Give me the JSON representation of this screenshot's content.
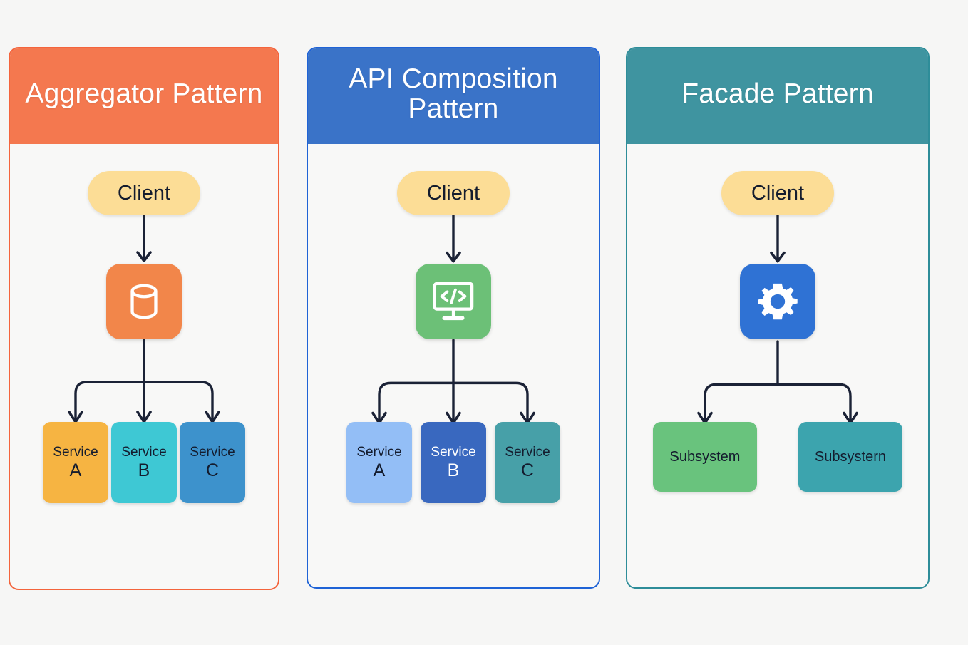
{
  "background": "#f6f6f5",
  "wire_color": "#1b2236",
  "panels": [
    {
      "id": "aggregator",
      "title": "Aggregator Pattern",
      "accent": "#f4784f",
      "border": "#f4643c",
      "client": {
        "label": "Client",
        "fill": "#fcdd96",
        "text": "#141c2e"
      },
      "hub": {
        "icon": "database-icon",
        "fill": "#f2864a",
        "icon_color": "#ffffff"
      },
      "leaves": [
        {
          "line1": "Service",
          "line2": "A",
          "fill": "#f6b442",
          "text": "#141c2e"
        },
        {
          "line1": "Service",
          "line2": "B",
          "fill": "#3ec8d4",
          "text": "#141c2e"
        },
        {
          "line1": "Service",
          "line2": "C",
          "fill": "#3d92cc",
          "text": "#141c2e"
        }
      ],
      "has_converge": false
    },
    {
      "id": "api-composition",
      "title": "API Composition Pattern",
      "accent": "#3a73c8",
      "border": "#1f63d6",
      "client": {
        "label": "Client",
        "fill": "#fcdd96",
        "text": "#141c2e"
      },
      "hub": {
        "icon": "code-monitor-icon",
        "fill": "#6cc077",
        "icon_color": "#ffffff"
      },
      "leaves": [
        {
          "line1": "Service",
          "line2": "A",
          "fill": "#93bef6",
          "text": "#141c2e"
        },
        {
          "line1": "Service",
          "line2": "B",
          "fill": "#3968bf",
          "text": "#ffffff"
        },
        {
          "line1": "Service",
          "line2": "C",
          "fill": "#47a0a8",
          "text": "#141c2e"
        }
      ],
      "has_converge": false
    },
    {
      "id": "facade",
      "title": "Facade Pattern",
      "accent": "#3f94a0",
      "border": "#2e8d99",
      "client": {
        "label": "Client",
        "fill": "#fcdd96",
        "text": "#141c2e"
      },
      "hub": {
        "icon": "gear-icon",
        "fill": "#2f72d4",
        "icon_color": "#ffffff"
      },
      "leaves": [
        {
          "line1": "Subsystem",
          "line2": "",
          "fill": "#69c37d",
          "text": "#141c2e"
        },
        {
          "line1": "Subsystern",
          "line2": "",
          "fill": "#3ca4ae",
          "text": "#141c2e"
        }
      ],
      "has_converge": true
    }
  ]
}
